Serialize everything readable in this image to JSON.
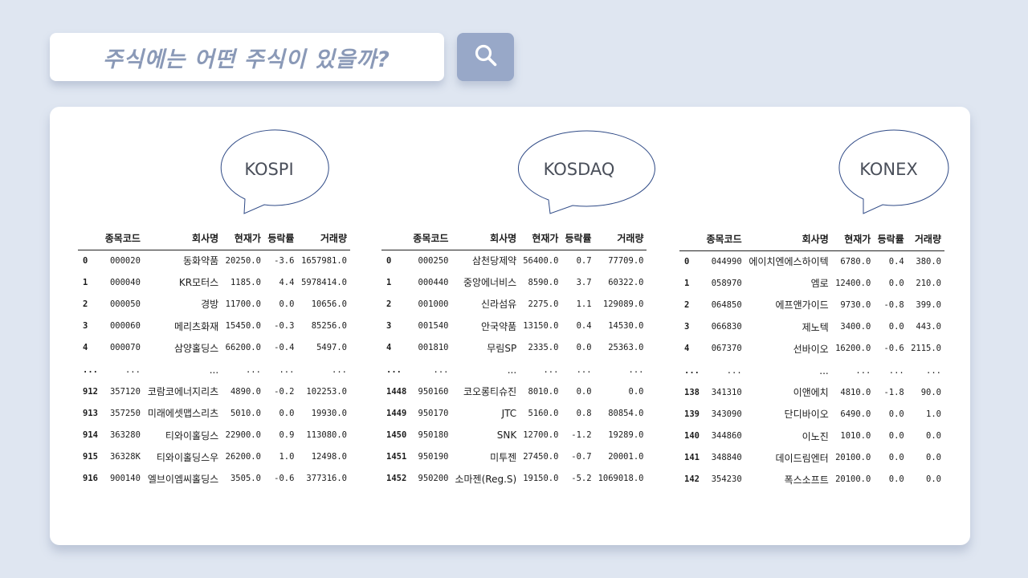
{
  "search": {
    "query": "주식에는 어떤 주식이 있을까?",
    "button_icon": "search-icon"
  },
  "headers": [
    "",
    "종목코드",
    "회사명",
    "현재가",
    "등락률",
    "거래량"
  ],
  "markets": [
    {
      "label": "KOSPI",
      "rows": [
        [
          "0",
          "000020",
          "동화약품",
          "20250.0",
          "-3.6",
          "1657981.0"
        ],
        [
          "1",
          "000040",
          "KR모터스",
          "1185.0",
          "4.4",
          "5978414.0"
        ],
        [
          "2",
          "000050",
          "경방",
          "11700.0",
          "0.0",
          "10656.0"
        ],
        [
          "3",
          "000060",
          "메리츠화재",
          "15450.0",
          "-0.3",
          "85256.0"
        ],
        [
          "4",
          "000070",
          "삼양홀딩스",
          "66200.0",
          "-0.4",
          "5497.0"
        ],
        [
          "...",
          "...",
          "...",
          "...",
          "...",
          "..."
        ],
        [
          "912",
          "357120",
          "코람코에너지리츠",
          "4890.0",
          "-0.2",
          "102253.0"
        ],
        [
          "913",
          "357250",
          "미래에셋맵스리츠",
          "5010.0",
          "0.0",
          "19930.0"
        ],
        [
          "914",
          "363280",
          "티와이홀딩스",
          "22900.0",
          "0.9",
          "113080.0"
        ],
        [
          "915",
          "36328K",
          "티와이홀딩스우",
          "26200.0",
          "1.0",
          "12498.0"
        ],
        [
          "916",
          "900140",
          "엘브이엠씨홀딩스",
          "3505.0",
          "-0.6",
          "377316.0"
        ]
      ]
    },
    {
      "label": "KOSDAQ",
      "rows": [
        [
          "0",
          "000250",
          "삼천당제약",
          "56400.0",
          "0.7",
          "77709.0"
        ],
        [
          "1",
          "000440",
          "중앙에너비스",
          "8590.0",
          "3.7",
          "60322.0"
        ],
        [
          "2",
          "001000",
          "신라섬유",
          "2275.0",
          "1.1",
          "129089.0"
        ],
        [
          "3",
          "001540",
          "안국약품",
          "13150.0",
          "0.4",
          "14530.0"
        ],
        [
          "4",
          "001810",
          "무림SP",
          "2335.0",
          "0.0",
          "25363.0"
        ],
        [
          "...",
          "...",
          "...",
          "...",
          "...",
          "..."
        ],
        [
          "1448",
          "950160",
          "코오롱티슈진",
          "8010.0",
          "0.0",
          "0.0"
        ],
        [
          "1449",
          "950170",
          "JTC",
          "5160.0",
          "0.8",
          "80854.0"
        ],
        [
          "1450",
          "950180",
          "SNK",
          "12700.0",
          "-1.2",
          "19289.0"
        ],
        [
          "1451",
          "950190",
          "미투젠",
          "27450.0",
          "-0.7",
          "20001.0"
        ],
        [
          "1452",
          "950200",
          "소마젠(Reg.S)",
          "19150.0",
          "-5.2",
          "1069018.0"
        ]
      ]
    },
    {
      "label": "KONEX",
      "rows": [
        [
          "0",
          "044990",
          "에이치엔에스하이텍",
          "6780.0",
          "0.4",
          "380.0"
        ],
        [
          "1",
          "058970",
          "엠로",
          "12400.0",
          "0.0",
          "210.0"
        ],
        [
          "2",
          "064850",
          "에프앤가이드",
          "9730.0",
          "-0.8",
          "399.0"
        ],
        [
          "3",
          "066830",
          "제노텍",
          "3400.0",
          "0.0",
          "443.0"
        ],
        [
          "4",
          "067370",
          "선바이오",
          "16200.0",
          "-0.6",
          "2115.0"
        ],
        [
          "...",
          "...",
          "...",
          "...",
          "...",
          "..."
        ],
        [
          "138",
          "341310",
          "이앤에치",
          "4810.0",
          "-1.8",
          "90.0"
        ],
        [
          "139",
          "343090",
          "단디바이오",
          "6490.0",
          "0.0",
          "1.0"
        ],
        [
          "140",
          "344860",
          "이노진",
          "1010.0",
          "0.0",
          "0.0"
        ],
        [
          "141",
          "348840",
          "데이드림엔터",
          "20100.0",
          "0.0",
          "0.0"
        ],
        [
          "142",
          "354230",
          "폭스소프트",
          "20100.0",
          "0.0",
          "0.0"
        ]
      ]
    }
  ],
  "colors": {
    "background": "#dfe6f1",
    "search_button": "#98a8c8",
    "placeholder_text": "#8a99b7",
    "bubble_outline": "#2f4a86"
  }
}
